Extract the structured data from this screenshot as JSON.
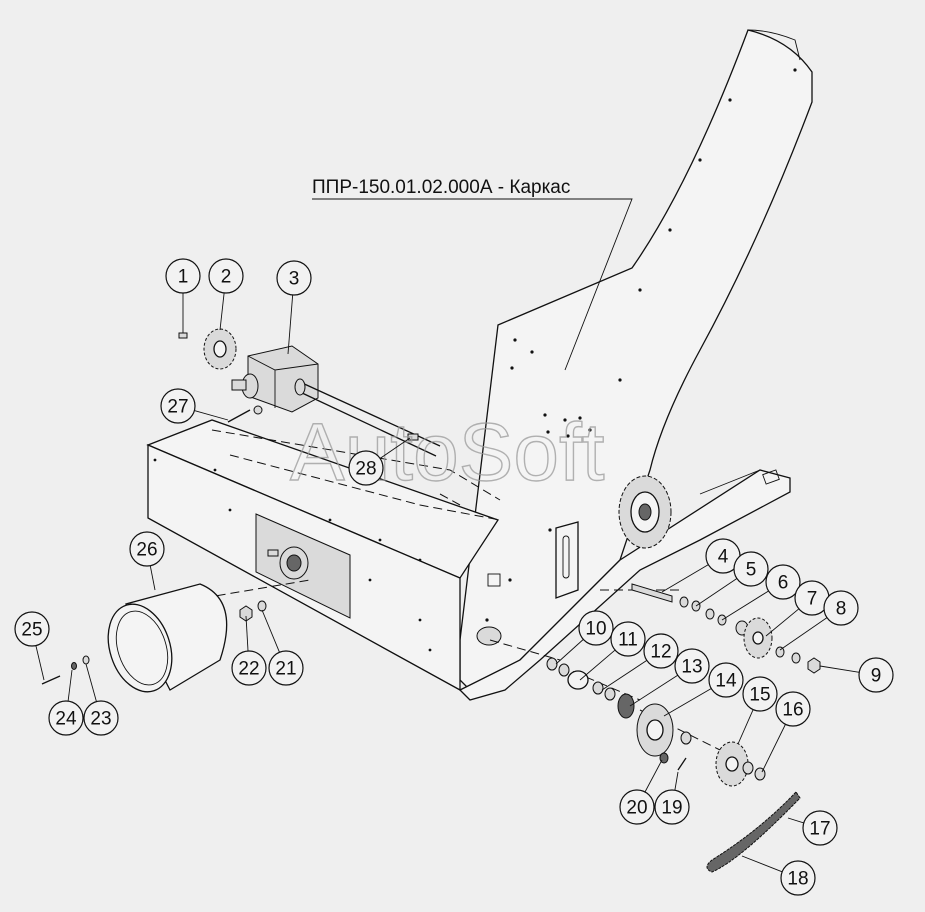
{
  "assembly_label": "ППР-150.01.02.000А - Каркас",
  "watermark": "AutoSoft",
  "callouts": [
    {
      "id": "1",
      "label": "1"
    },
    {
      "id": "2",
      "label": "2"
    },
    {
      "id": "3",
      "label": "3"
    },
    {
      "id": "4",
      "label": "4"
    },
    {
      "id": "5",
      "label": "5"
    },
    {
      "id": "6",
      "label": "6"
    },
    {
      "id": "7",
      "label": "7"
    },
    {
      "id": "8",
      "label": "8"
    },
    {
      "id": "9",
      "label": "9"
    },
    {
      "id": "10",
      "label": "10"
    },
    {
      "id": "11",
      "label": "11"
    },
    {
      "id": "12",
      "label": "12"
    },
    {
      "id": "13",
      "label": "13"
    },
    {
      "id": "14",
      "label": "14"
    },
    {
      "id": "15",
      "label": "15"
    },
    {
      "id": "16",
      "label": "16"
    },
    {
      "id": "17",
      "label": "17"
    },
    {
      "id": "18",
      "label": "18"
    },
    {
      "id": "19",
      "label": "19"
    },
    {
      "id": "20",
      "label": "20"
    },
    {
      "id": "21",
      "label": "21"
    },
    {
      "id": "22",
      "label": "22"
    },
    {
      "id": "23",
      "label": "23"
    },
    {
      "id": "24",
      "label": "24"
    },
    {
      "id": "25",
      "label": "25"
    },
    {
      "id": "26",
      "label": "26"
    },
    {
      "id": "27",
      "label": "27"
    },
    {
      "id": "28",
      "label": "28"
    }
  ]
}
